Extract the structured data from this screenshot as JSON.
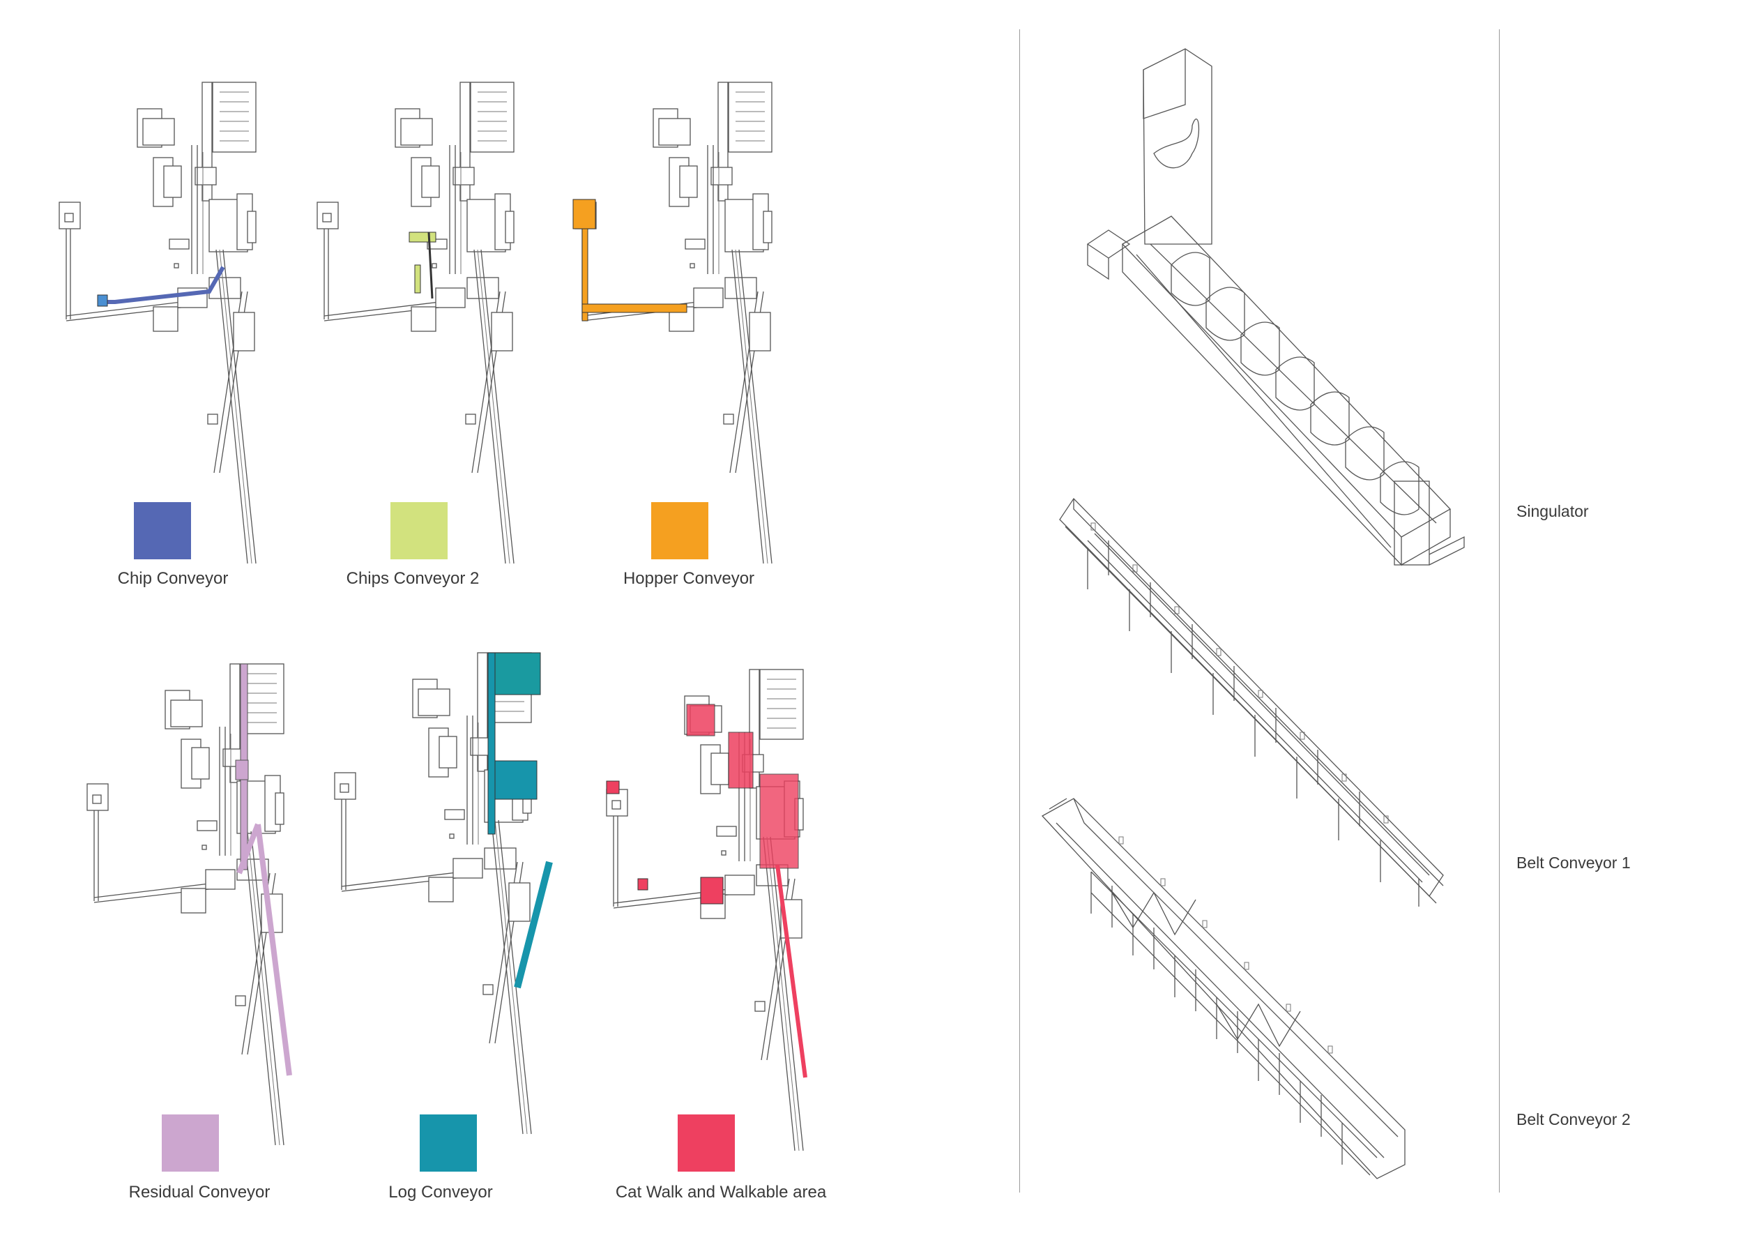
{
  "legend": [
    {
      "label": "Chip Conveyor",
      "color": "#5568b4"
    },
    {
      "label": "Chips Conveyor 2",
      "color": "#d2e27e"
    },
    {
      "label": "Hopper Conveyor",
      "color": "#f5a020"
    },
    {
      "label": "Residual Conveyor",
      "color": "#cca6cf"
    },
    {
      "label": "Log Conveyor",
      "color": "#1795ab"
    },
    {
      "label": "Cat Walk and Walkable area",
      "color": "#ee4060"
    }
  ],
  "components": [
    {
      "label": "Singulator"
    },
    {
      "label": "Belt Conveyor 1"
    },
    {
      "label": "Belt Conveyor 2"
    }
  ]
}
